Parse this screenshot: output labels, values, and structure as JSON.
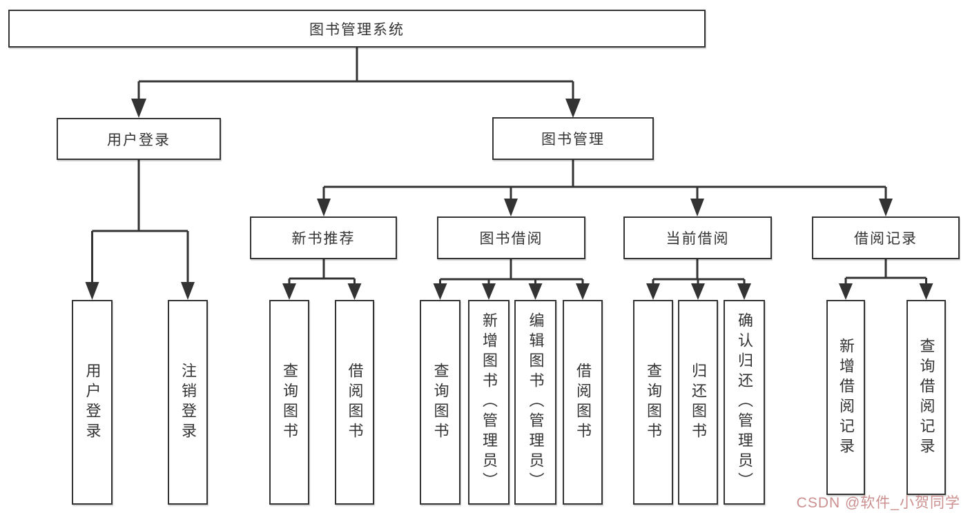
{
  "diagram": {
    "title": "图书管理系统",
    "children": [
      {
        "label": "用户登录",
        "children": [
          {
            "label": "用户登录"
          },
          {
            "label": "注销登录"
          }
        ]
      },
      {
        "label": "图书管理",
        "children": [
          {
            "label": "新书推荐",
            "children": [
              {
                "label": "查询图书"
              },
              {
                "label": "借阅图书"
              }
            ]
          },
          {
            "label": "图书借阅",
            "children": [
              {
                "label": "查询图书"
              },
              {
                "label": "新增图书（管理员）"
              },
              {
                "label": "编辑图书（管理员）"
              },
              {
                "label": "借阅图书"
              }
            ]
          },
          {
            "label": "当前借阅",
            "children": [
              {
                "label": "查询图书"
              },
              {
                "label": "归还图书"
              },
              {
                "label": "确认归还（管理员）"
              }
            ]
          },
          {
            "label": "借阅记录",
            "children": [
              {
                "label": "新增借阅记录"
              },
              {
                "label": "查询借阅记录"
              }
            ]
          }
        ]
      }
    ]
  },
  "watermark": {
    "text": "CSDN @软件_小贺同学"
  },
  "colors": {
    "line": "#333333",
    "box_fill": "#ffffff",
    "text": "#333333",
    "watermark": "#cc8f8f",
    "background": "#ffffff"
  }
}
